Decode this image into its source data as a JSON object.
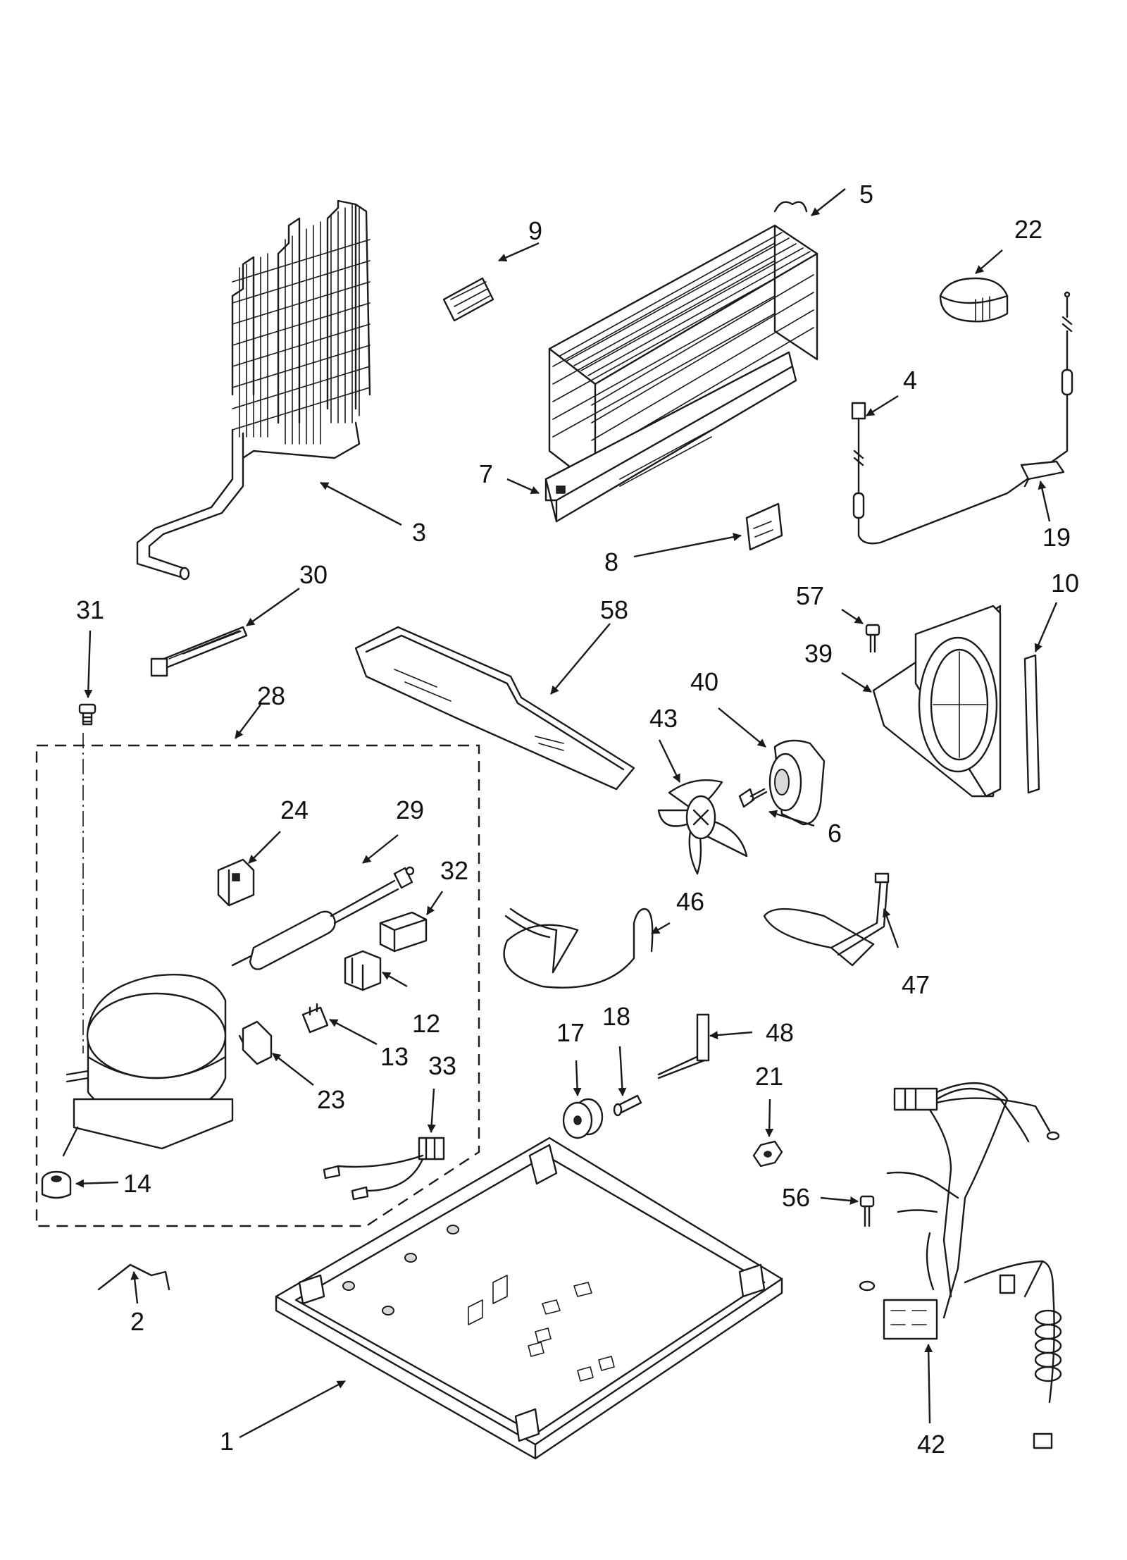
{
  "callouts": [
    "1",
    "2",
    "3",
    "4",
    "5",
    "6",
    "7",
    "8",
    "9",
    "10",
    "12",
    "13",
    "14",
    "17",
    "18",
    "19",
    "21",
    "22",
    "23",
    "24",
    "28",
    "29",
    "30",
    "31",
    "32",
    "33",
    "39",
    "40",
    "42",
    "43",
    "46",
    "47",
    "48",
    "56",
    "57",
    "58"
  ],
  "colors": {
    "ink": "#1a1a1a",
    "background": "#ffffff",
    "shade": "#d9d9d9"
  }
}
